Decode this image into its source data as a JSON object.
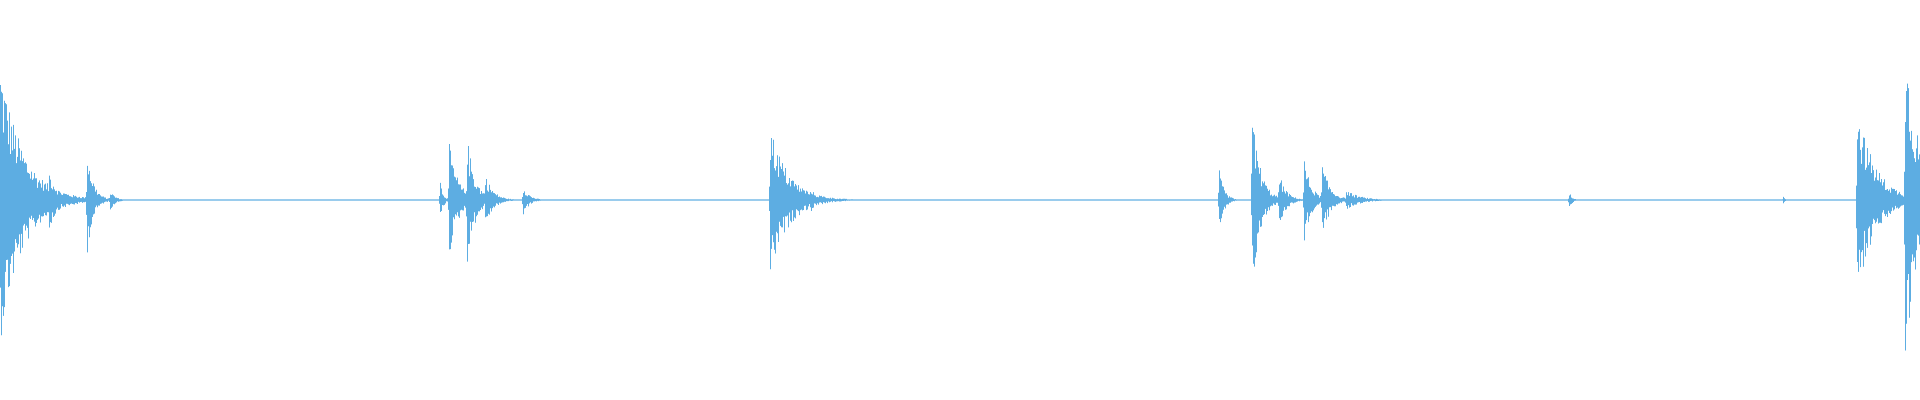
{
  "waveform": {
    "color": "#5dade2",
    "background": "#ffffff",
    "duration_units": 1920,
    "baseline_amplitude": 0.004,
    "events": [
      {
        "t": 0,
        "amp": 0.86,
        "decay": 22
      },
      {
        "t": 14,
        "amp": 0.06,
        "decay": 30
      },
      {
        "t": 49,
        "amp": 0.18,
        "decay": 9
      },
      {
        "t": 87,
        "amp": 0.32,
        "decay": 6
      },
      {
        "t": 110,
        "amp": 0.06,
        "decay": 5
      },
      {
        "t": 440,
        "amp": 0.12,
        "decay": 3
      },
      {
        "t": 449,
        "amp": 0.34,
        "decay": 9
      },
      {
        "t": 467,
        "amp": 0.38,
        "decay": 8
      },
      {
        "t": 485,
        "amp": 0.16,
        "decay": 8
      },
      {
        "t": 523,
        "amp": 0.09,
        "decay": 6
      },
      {
        "t": 770,
        "amp": 0.46,
        "decay": 18
      },
      {
        "t": 811,
        "amp": 0.08,
        "decay": 4
      },
      {
        "t": 1219,
        "amp": 0.18,
        "decay": 5
      },
      {
        "t": 1252,
        "amp": 0.55,
        "decay": 8
      },
      {
        "t": 1279,
        "amp": 0.16,
        "decay": 7
      },
      {
        "t": 1304,
        "amp": 0.25,
        "decay": 7
      },
      {
        "t": 1322,
        "amp": 0.22,
        "decay": 8
      },
      {
        "t": 1346,
        "amp": 0.06,
        "decay": 14
      },
      {
        "t": 1569,
        "amp": 0.05,
        "decay": 3
      },
      {
        "t": 1783,
        "amp": 0.02,
        "decay": 2
      },
      {
        "t": 1857,
        "amp": 0.58,
        "decay": 18
      },
      {
        "t": 1905,
        "amp": 0.98,
        "decay": 14
      }
    ]
  }
}
